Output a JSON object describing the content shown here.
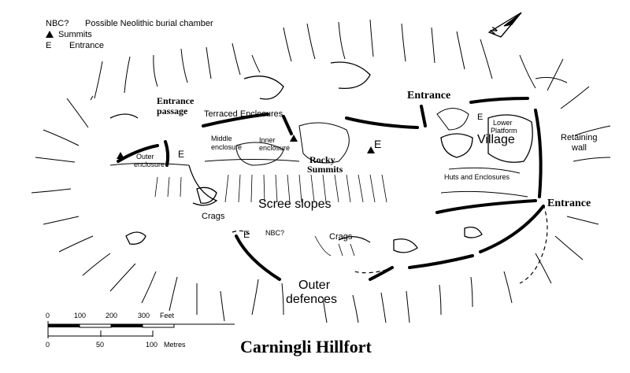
{
  "map": {
    "title": "Carningli Hillfort",
    "legend": {
      "nbc_key": "NBC?",
      "nbc_text": "Possible Neolithic burial chamber",
      "summits_text": "Summits",
      "entrance_key": "E",
      "entrance_text": "Entrance"
    },
    "labels": {
      "entrance_passage_1": "Entrance",
      "entrance_passage_2": "passage",
      "terraced_enclosures": "Terraced Enclosures",
      "middle_enclosure_1": "Middle",
      "middle_enclosure_2": "enclosure",
      "inner_enclosure_1": "Inner",
      "inner_enclosure_2": "enclosure",
      "outer_enclosure_1": "Outer",
      "outer_enclosure_2": "enclosure",
      "rocky_summits_1": "Rocky",
      "rocky_summits_2": "Summits",
      "entrance_top": "Entrance",
      "lower_platform_1": "Lower",
      "lower_platform_2": "Platform",
      "village": "Village",
      "retaining_wall_1": "Retaining",
      "retaining_wall_2": "wall",
      "huts_enclosures": "Huts and Enclosures",
      "entrance_right": "Entrance",
      "scree_slopes": "Scree slopes",
      "crags_left": "Crags",
      "crags_right": "Crags",
      "nbc": "NBC?",
      "outer_defences_1": "Outer",
      "outer_defences_2": "defences",
      "e_1": "E",
      "e_2": "E",
      "e_3": "E",
      "e_4": "E"
    },
    "north_label": "N",
    "scale": {
      "feet_ticks": [
        "0",
        "100",
        "200",
        "300"
      ],
      "feet_unit": "Feet",
      "metre_ticks": [
        "0",
        "50",
        "100"
      ],
      "metre_unit": "Metres"
    }
  }
}
